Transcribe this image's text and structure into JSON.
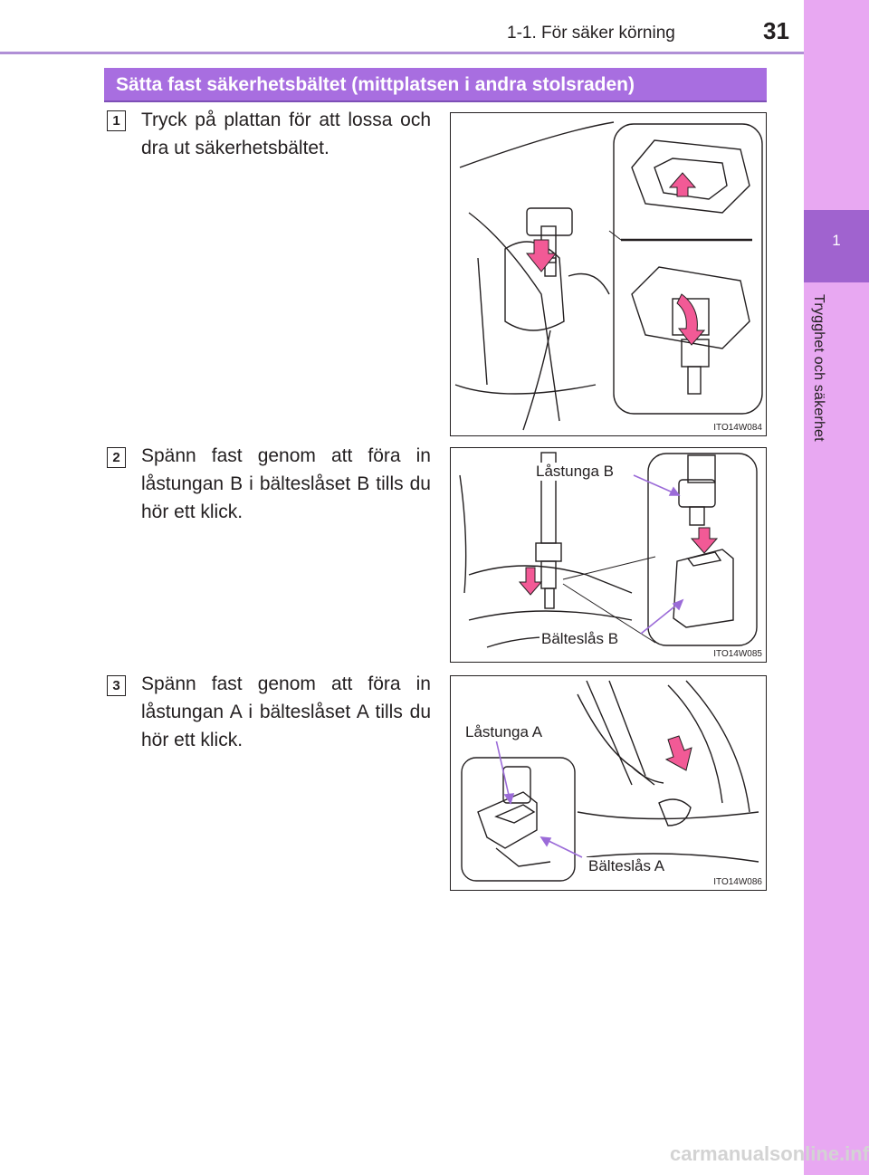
{
  "header": {
    "chapter": "1-1. För säker körning",
    "page_number": "31"
  },
  "side_tab": {
    "number": "1",
    "title": "Trygghet och säkerhet"
  },
  "section": {
    "title": "Sätta fast säkerhetsbältet (mittplatsen i andra stolsraden)"
  },
  "steps": [
    {
      "num": "1",
      "text": "Tryck på plattan för att lossa och dra ut säkerhetsbältet.",
      "figure_code": "ITO14W084"
    },
    {
      "num": "2",
      "text": "Spänn fast genom att föra in låstungan B i bälteslåset B tills du hör ett klick.",
      "figure_code": "ITO14W085",
      "labels": [
        "Låstunga B",
        "Bälteslås B"
      ]
    },
    {
      "num": "3",
      "text": "Spänn fast genom att föra in låstungan A i bälteslåset A tills du hör ett klick.",
      "figure_code": "ITO14W086",
      "labels": [
        "Låstunga A",
        "Bälteslås A"
      ]
    }
  ],
  "colors": {
    "accent": "#a86ee0",
    "side_tab": "#e8a8f2",
    "arrow": "#f25a96"
  },
  "watermark": "carmanualsonline.info"
}
